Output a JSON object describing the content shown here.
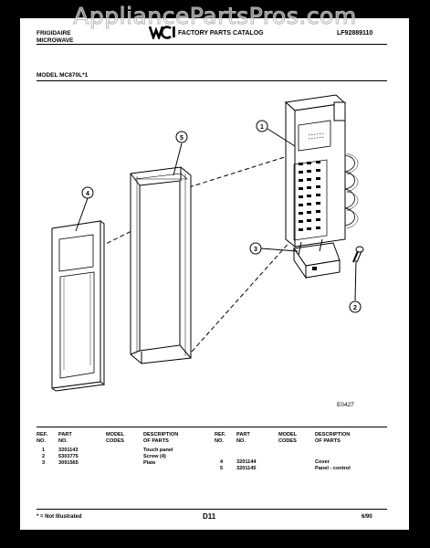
{
  "watermark": "AppliancePartsPros.com",
  "header": {
    "brand_line1": "FRIGIDAIRE",
    "brand_line2": "MICROWAVE",
    "logo_text": "WCI",
    "catalog_title": "FACTORY PARTS CATALOG",
    "publication_no": "LF92889110"
  },
  "model": "MODEL MC870L*1",
  "figure_code": "E0427",
  "callouts": [
    "1",
    "2",
    "3",
    "4",
    "5"
  ],
  "table": {
    "headers": {
      "ref_no": [
        "REF.",
        "NO."
      ],
      "part_no": [
        "PART",
        "NO."
      ],
      "model_codes": [
        "MODEL",
        "CODES"
      ],
      "description": [
        "DESCRIPTION",
        "OF PARTS"
      ]
    },
    "left_rows": [
      {
        "ref": "1",
        "part": "3201143",
        "desc": "Touch panel"
      },
      {
        "ref": "2",
        "part": "5303775",
        "desc": "Screw (4)"
      },
      {
        "ref": "3",
        "part": "3091565",
        "desc": "Plate"
      }
    ],
    "right_rows": [
      {
        "ref": "4",
        "part": "3201144",
        "desc": "Cover"
      },
      {
        "ref": "5",
        "part": "3201145",
        "desc": "Panel - control"
      }
    ]
  },
  "footer": {
    "note": "* = Not Illustrated",
    "page": "D11",
    "date": "6/90"
  }
}
